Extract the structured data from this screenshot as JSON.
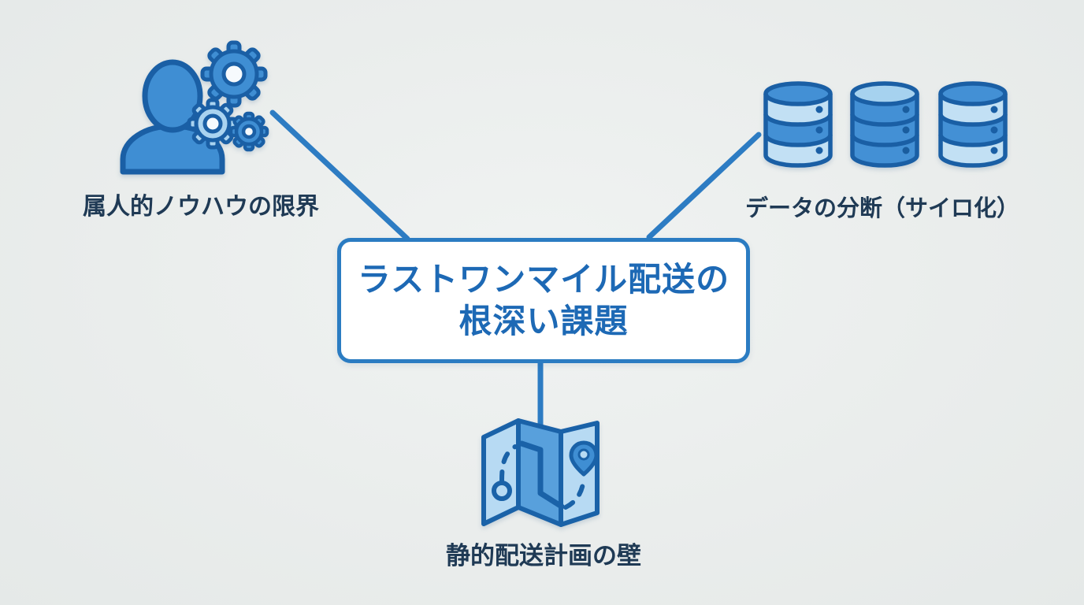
{
  "diagram": {
    "center": {
      "title_line1": "ラストワンマイル配送の",
      "title_line2": "根深い課題"
    },
    "nodes": [
      {
        "id": "personal-knowhow",
        "label": "属人的ノウハウの限界",
        "icon": "person-with-gears-icon",
        "position": "top-left"
      },
      {
        "id": "data-silo",
        "label": "データの分断（サイロ化）",
        "icon": "database-stack-icon",
        "position": "top-right"
      },
      {
        "id": "static-planning",
        "label": "静的配送計画の壁",
        "icon": "folded-route-map-icon",
        "position": "bottom"
      }
    ],
    "colors": {
      "background": "#ebeeed",
      "primary_blue": "#3f8ed3",
      "light_blue": "#bcdcf3",
      "outline_blue": "#1a5fa5",
      "connector_blue": "#2d7cc3",
      "box_border": "#2b7cc2",
      "box_background": "#ffffff",
      "box_text": "#1d69b5",
      "label_text": "#1f3a55"
    }
  }
}
